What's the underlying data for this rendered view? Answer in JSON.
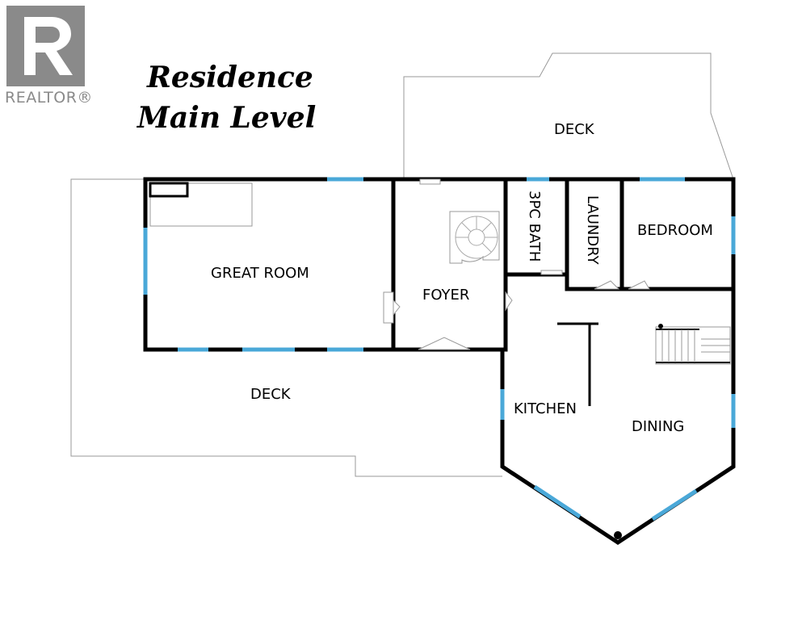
{
  "logo": {
    "icon": "realtor-r-logo",
    "caption": "REALTOR®"
  },
  "title": {
    "line1": "Residence",
    "line2": "Main Level"
  },
  "rooms": {
    "deck_top": "DECK",
    "great_room": "GREAT ROOM",
    "foyer": "FOYER",
    "bath": "3PC BATH",
    "laundry": "LAUNDRY",
    "bedroom": "BEDROOM",
    "deck_bottom": "DECK",
    "kitchen": "KITCHEN",
    "dining": "DINING"
  },
  "colors": {
    "wall": "#000000",
    "window": "#4aa8d8",
    "outline": "#999999",
    "logo": "#8a8a8a"
  }
}
